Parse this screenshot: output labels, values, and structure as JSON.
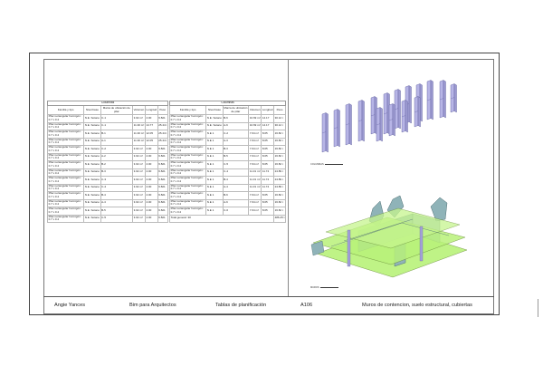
{
  "schedules": [
    {
      "title": "Columnas",
      "headers": [
        "Familia y tipo",
        "Nivel base",
        "Marca de ubicación de pilar",
        "Volumen",
        "Longitud",
        "Peso"
      ],
      "rows": [
        [
          "Pilar rectangular hormigón: 0.7 x 0.4",
          "N.E. Sotano",
          "C-1",
          "3.02 m³",
          "4.00",
          "6.821"
        ],
        [
          "Pilar rectangular hormigón: 0.7 x 0.4",
          "N.E. Sotano",
          "C-1",
          "11.30 m³",
          "14.77",
          "25.44 t"
        ],
        [
          "Pilar rectangular hormigón: 0.7 x 0.4",
          "N.E. Sotano",
          "B-1",
          "11.30 m³",
          "12.05",
          "25.44 t"
        ],
        [
          "Pilar rectangular hormigón: 0.7 x 0.4",
          "N.E. Sotano",
          "A-1",
          "11.30 m³",
          "12.05",
          "25.44 t"
        ],
        [
          "Pilar rectangular hormigón: 0.7 x 0.4",
          "N.E. Sotano",
          "C-2",
          "3.02 m³",
          "4.00",
          "6.821"
        ],
        [
          "Pilar rectangular hormigón: 0.7 x 0.4",
          "N.E. Sotano",
          "A-2",
          "3.02 m³",
          "4.00",
          "6.821"
        ],
        [
          "Pilar rectangular hormigón: 0.7 x 0.4",
          "N.E. Sotano",
          "B-2",
          "3.02 m³",
          "4.00",
          "6.821"
        ],
        [
          "Pilar rectangular hormigón: 0.7 x 0.4",
          "N.E. Sotano",
          "B-3",
          "3.02 m³",
          "4.00",
          "6.821"
        ],
        [
          "Pilar rectangular hormigón: 0.7 x 0.4",
          "N.E. Sotano",
          "C-3",
          "3.02 m³",
          "4.00",
          "6.821"
        ],
        [
          "Pilar rectangular hormigón: 0.7 x 0.4",
          "N.E. Sotano",
          "C-4",
          "3.02 m³",
          "4.00",
          "6.821"
        ],
        [
          "Pilar rectangular hormigón: 0.7 x 0.4",
          "N.E. Sotano",
          "B-4",
          "3.02 m³",
          "4.00",
          "6.821"
        ],
        [
          "Pilar rectangular hormigón: 0.7 x 0.4",
          "N.E. Sotano",
          "A-4",
          "3.02 m³",
          "4.00",
          "6.821"
        ],
        [
          "Pilar rectangular hormigón: 0.7 x 0.4",
          "N.E. Sotano",
          "B-5",
          "3.02 m³",
          "4.00",
          "6.821"
        ],
        [
          "Pilar rectangular hormigón: 0.7 x 0.4",
          "N.E. Sotano",
          "C-5",
          "3.02 m³",
          "4.00",
          "6.821"
        ]
      ],
      "total": ""
    },
    {
      "title": "Columnas",
      "headers": [
        "Familia y tipo",
        "Nivel base",
        "Marca de ubicación de pilar",
        "Volumen",
        "Longitud",
        "Peso"
      ],
      "rows": [
        [
          "Pilar rectangular hormigón: 0.7 x 0.4",
          "N.E. Sotano",
          "B-6",
          "10.69 m³",
          "14.17",
          "30.12 t"
        ],
        [
          "Pilar rectangular hormigón: 0.7 x 0.4",
          "N.E. Sotano",
          "A-6",
          "10.69 m³",
          "14.17",
          "30.12 t"
        ],
        [
          "Pilar rectangular hormigón: 0.7 x 0.4",
          "N.E 1",
          "C-2",
          "7.64 m³",
          "8.05",
          "16.82 t"
        ],
        [
          "Pilar rectangular hormigón: 0.7 x 0.4",
          "N.E 1",
          "A-3",
          "7.64 m³",
          "8.05",
          "16.82 t"
        ],
        [
          "Pilar rectangular hormigón: 0.7 x 0.4",
          "N.E 1",
          "B-3",
          "7.64 m³",
          "8.05",
          "16.82 t"
        ],
        [
          "Pilar rectangular hormigón: 0.7 x 0.4",
          "N.E 1",
          "B-5",
          "7.64 m³",
          "8.05",
          "16.82 t"
        ],
        [
          "Pilar rectangular hormigón: 0.7 x 0.4",
          "N.E 1",
          "C-5",
          "7.64 m³",
          "8.05",
          "16.82 t"
        ],
        [
          "Pilar rectangular hormigón: 0.7 x 0.4",
          "N.E 1",
          "C-4",
          "11.31 m³",
          "11.74",
          "24.89 t"
        ],
        [
          "Pilar rectangular hormigón: 0.7 x 0.4",
          "N.E 1",
          "B-4",
          "11.31 m³",
          "11.74",
          "24.89 t"
        ],
        [
          "Pilar rectangular hormigón: 0.7 x 0.4",
          "N.E 1",
          "A-4",
          "11.31 m³",
          "11.74",
          "24.89 t"
        ],
        [
          "Pilar rectangular hormigón: 0.7 x 0.4",
          "N.E 1",
          "B-6",
          "7.64 m³",
          "8.05",
          "16.82 t"
        ],
        [
          "Pilar rectangular hormigón: 0.7 x 0.4",
          "N.E 1",
          "A-6",
          "7.64 m³",
          "8.05",
          "16.82 t"
        ],
        [
          "Pilar rectangular hormigón: 0.7 x 0.4",
          "N.E 1",
          "C-6",
          "7.64 m³",
          "8.05",
          "16.82 t"
        ]
      ],
      "total": "Total general: 30",
      "total_weight": "486.25 t"
    }
  ],
  "views": {
    "columns_caption": "COLUMNAS",
    "walls_caption": "MUROS"
  },
  "titleblock": {
    "author": "Angie Yances",
    "course": "Bim para Arquitectos",
    "sheet_name": "Tablas de planificación",
    "sheet_number": "A106",
    "description": "Muros de contencion, suelo estructural, cubiertas"
  },
  "colors": {
    "column_fill": "#b7b5e6",
    "column_stroke": "#5a5a9a",
    "slab_fill": "#b9f27a",
    "slab_stroke": "#6a8f3a",
    "wall_fill": "#8fb3b8",
    "wall_stroke": "#4f6f74"
  }
}
